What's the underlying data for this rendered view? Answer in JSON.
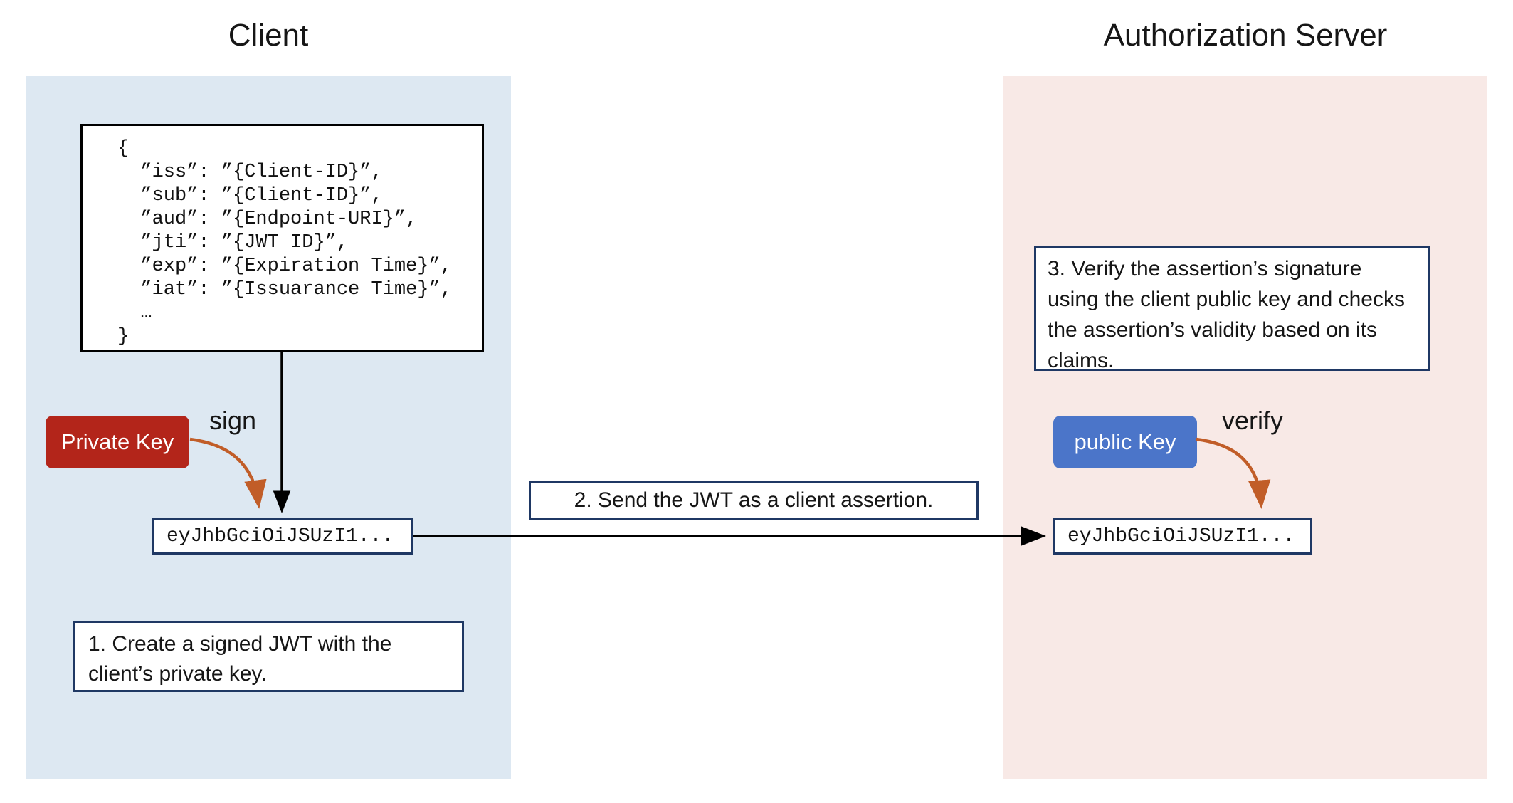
{
  "lanes": {
    "client": {
      "title": "Client"
    },
    "server": {
      "title": "Authorization Server"
    }
  },
  "jwt_claims": {
    "lines": [
      "{",
      "  ”iss”: ”{Client-ID}”,",
      "  ”sub”: ”{Client-ID}”,",
      "  ”aud”: ”{Endpoint-URI}”,",
      "  ”jti”: ”{JWT ID}”,",
      "  ”exp”: ”{Expiration Time}”,",
      "  ”iat”: ”{Issuarance Time}”,",
      "  …",
      "}"
    ]
  },
  "keys": {
    "private_label": "Private Key",
    "public_label": "public Key"
  },
  "actions": {
    "sign": "sign",
    "verify": "verify"
  },
  "tokens": {
    "client_jwt": "eyJhbGciOiJSUzI1...",
    "server_jwt": "eyJhbGciOiJSUzI1..."
  },
  "steps": {
    "step1": "1. Create a signed JWT with the client’s private key.",
    "step2": "2. Send the JWT as a client assertion.",
    "step3": "3. Verify the assertion’s signature using the client public key and checks the assertion’s validity based on its claims."
  },
  "colors": {
    "client_panel": "#dde8f2",
    "server_panel": "#f8e9e6",
    "private_key": "#b3251a",
    "public_key": "#4b75c9",
    "box_border": "#1f3864",
    "arrow_black": "#000000",
    "arrow_orange": "#c15d28"
  }
}
